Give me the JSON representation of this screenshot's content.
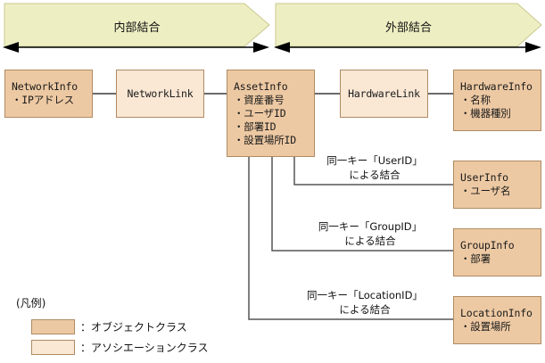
{
  "diagram": {
    "banners": [
      {
        "id": "inner-join",
        "label": "内部結合"
      },
      {
        "id": "outer-join",
        "label": "外部結合"
      }
    ],
    "nodes": [
      {
        "id": "network-info",
        "kind": "object",
        "title": "NetworkInfo",
        "attrs": [
          "・IPアドレス"
        ]
      },
      {
        "id": "network-link",
        "kind": "association",
        "title": "NetworkLink",
        "attrs": []
      },
      {
        "id": "asset-info",
        "kind": "object",
        "title": "AssetInfo",
        "attrs": [
          "・資産番号",
          "・ユーザID",
          "・部署ID",
          "・設置場所ID"
        ]
      },
      {
        "id": "hardware-link",
        "kind": "association",
        "title": "HardwareLink",
        "attrs": []
      },
      {
        "id": "hardware-info",
        "kind": "object",
        "title": "HardwareInfo",
        "attrs": [
          "・名称",
          "・機器種別"
        ]
      },
      {
        "id": "user-info",
        "kind": "object",
        "title": "UserInfo",
        "attrs": [
          "・ユーザ名"
        ]
      },
      {
        "id": "group-info",
        "kind": "object",
        "title": "GroupInfo",
        "attrs": [
          "・部署"
        ]
      },
      {
        "id": "location-info",
        "kind": "object",
        "title": "LocationInfo",
        "attrs": [
          "・設置場所"
        ]
      }
    ],
    "join_labels": [
      {
        "id": "user-join",
        "line1": "同一キー「UserID」",
        "line2": "による結合"
      },
      {
        "id": "group-join",
        "line1": "同一キー「GroupID」",
        "line2": "による結合"
      },
      {
        "id": "location-join",
        "line1": "同一キー「LocationID」",
        "line2": "による結合"
      }
    ],
    "legend": {
      "title": "(凡例)",
      "items": [
        {
          "id": "legend-object",
          "text": "：オブジェクトクラス"
        },
        {
          "id": "legend-association",
          "text": "：アソシエーションクラス"
        }
      ]
    },
    "colors": {
      "object_class_fill": "#edc9a3",
      "association_class_fill": "#fae7d4",
      "box_border": "#b08a63",
      "banner_fill": "#eeeec3",
      "banner_border": "#c9c98f",
      "connector": "#555555",
      "arrow": "#000000"
    }
  }
}
